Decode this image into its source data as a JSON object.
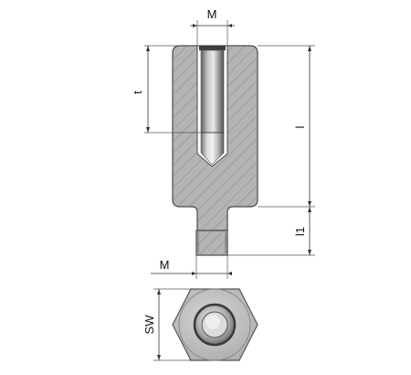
{
  "labels": {
    "thread_top": "M",
    "thread_bottom": "M",
    "depth": "t",
    "length": "l",
    "stud_length": "l1",
    "wrench_size": "SW"
  },
  "colors": {
    "body_fill": "#b4b4b4",
    "hatch": "#8a8a8a",
    "outline": "#4a4a4a",
    "dimension": "#333333",
    "hex_face": "#bcbcbc",
    "bore_dark": "#3a3a3a"
  }
}
